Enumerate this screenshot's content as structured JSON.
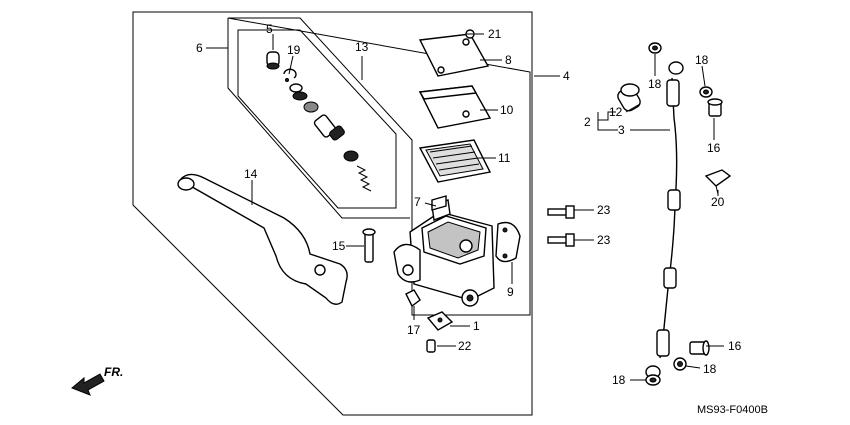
{
  "diagram_code": "MS93-F0400B",
  "direction_label": "FR.",
  "callouts": [
    {
      "id": "c1",
      "text": "1"
    },
    {
      "id": "c2",
      "text": "2"
    },
    {
      "id": "c3",
      "text": "3"
    },
    {
      "id": "c4",
      "text": "4"
    },
    {
      "id": "c5",
      "text": "5"
    },
    {
      "id": "c6",
      "text": "6"
    },
    {
      "id": "c7",
      "text": "7"
    },
    {
      "id": "c8",
      "text": "8"
    },
    {
      "id": "c9",
      "text": "9"
    },
    {
      "id": "c10",
      "text": "10"
    },
    {
      "id": "c11",
      "text": "11"
    },
    {
      "id": "c12",
      "text": "12"
    },
    {
      "id": "c13",
      "text": "13"
    },
    {
      "id": "c14",
      "text": "14"
    },
    {
      "id": "c15",
      "text": "15"
    },
    {
      "id": "c16a",
      "text": "16"
    },
    {
      "id": "c16b",
      "text": "16"
    },
    {
      "id": "c17",
      "text": "17"
    },
    {
      "id": "c18a",
      "text": "18"
    },
    {
      "id": "c18b",
      "text": "18"
    },
    {
      "id": "c18c",
      "text": "18"
    },
    {
      "id": "c18d",
      "text": "18"
    },
    {
      "id": "c19",
      "text": "19"
    },
    {
      "id": "c20",
      "text": "20"
    },
    {
      "id": "c21",
      "text": "21"
    },
    {
      "id": "c22",
      "text": "22"
    },
    {
      "id": "c23a",
      "text": "23"
    },
    {
      "id": "c23b",
      "text": "23"
    }
  ]
}
